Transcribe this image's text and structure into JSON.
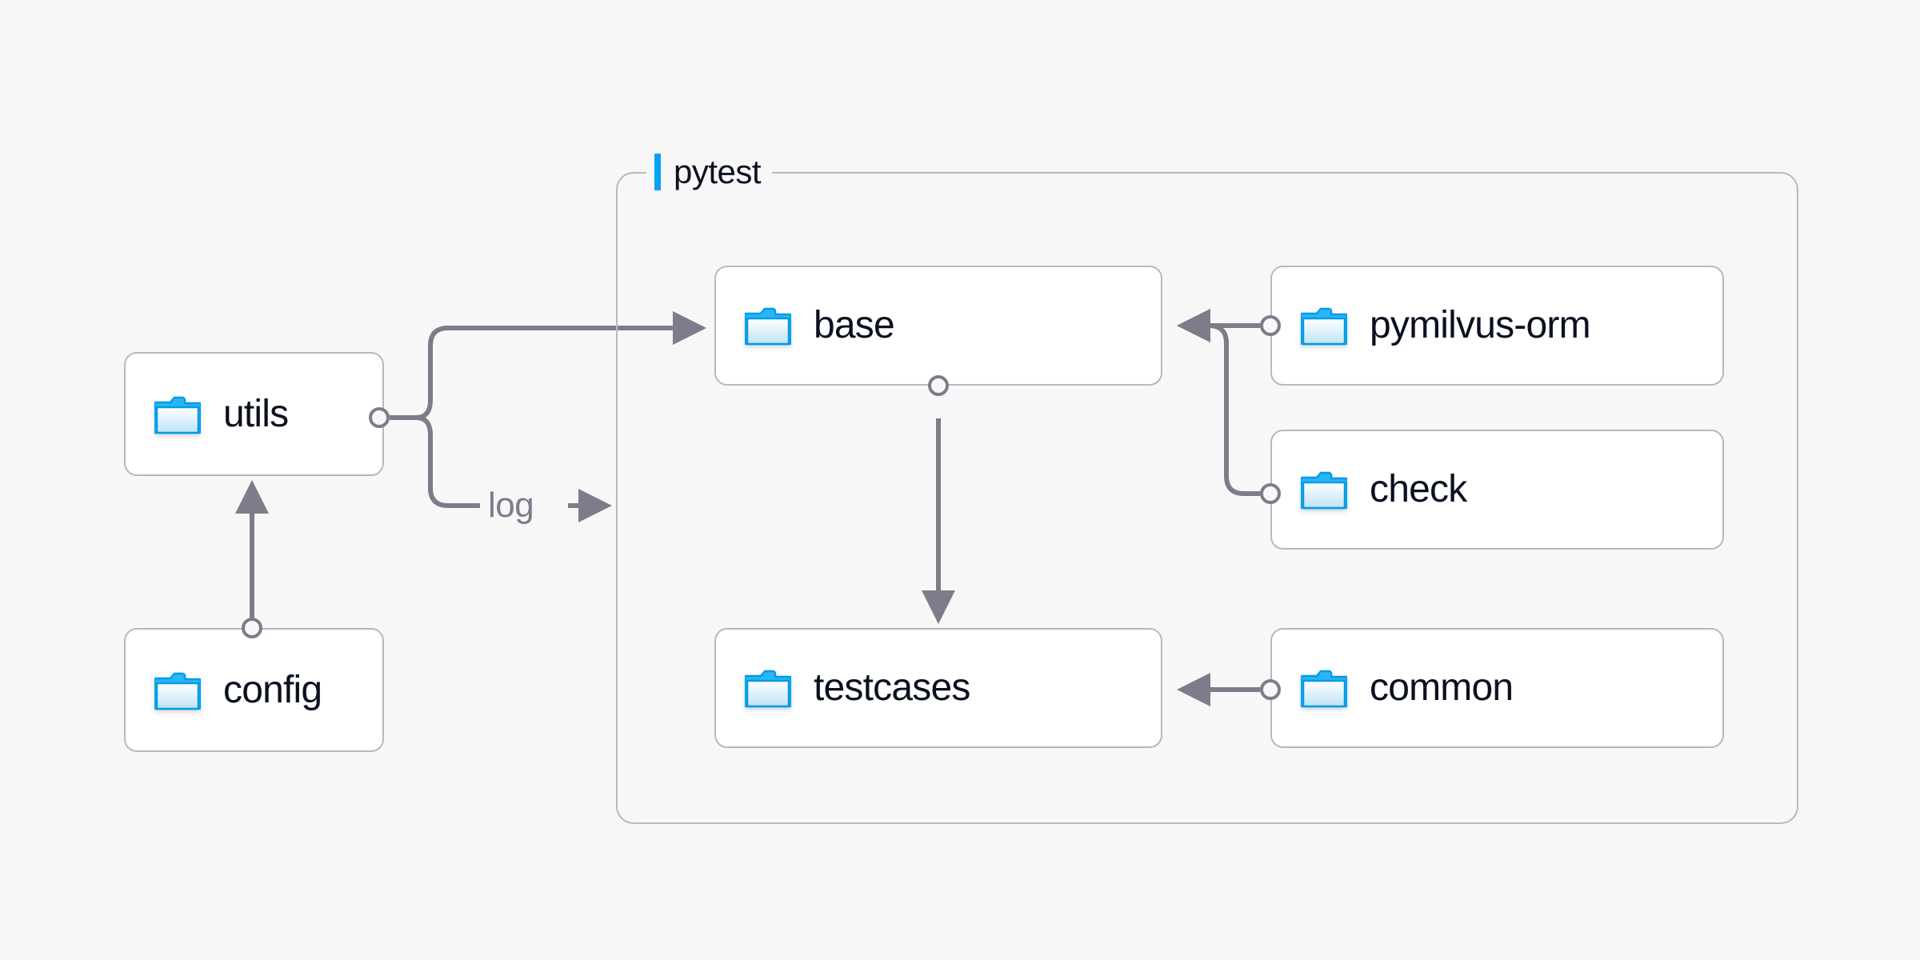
{
  "canvas": {
    "background": "#f7f7f8",
    "wire_color": "#7c7c8a",
    "border_color": "#b9b7c4",
    "accent_color": "#00a3f5",
    "text_color": "#0b1020"
  },
  "group": {
    "label": "pytest",
    "accent_color": "#00a3f5"
  },
  "nodes": [
    {
      "id": "utils",
      "label": "utils",
      "icon": "folder-icon"
    },
    {
      "id": "config",
      "label": "config",
      "icon": "folder-icon"
    },
    {
      "id": "base",
      "label": "base",
      "icon": "folder-icon"
    },
    {
      "id": "testcases",
      "label": "testcases",
      "icon": "folder-icon"
    },
    {
      "id": "pymilvus-orm",
      "label": "pymilvus-orm",
      "icon": "folder-icon"
    },
    {
      "id": "check",
      "label": "check",
      "icon": "folder-icon"
    },
    {
      "id": "common",
      "label": "common",
      "icon": "folder-icon"
    }
  ],
  "edges": [
    {
      "id": "utils-to-base",
      "from": "utils",
      "to": "base",
      "label": ""
    },
    {
      "id": "utils-to-log",
      "from": "utils",
      "to": "pytest",
      "label": "log"
    },
    {
      "id": "config-to-utils",
      "from": "config",
      "to": "utils",
      "label": ""
    },
    {
      "id": "base-to-testcases",
      "from": "base",
      "to": "testcases",
      "label": ""
    },
    {
      "id": "pymilvus-orm-to-base",
      "from": "pymilvus-orm",
      "to": "base",
      "label": ""
    },
    {
      "id": "check-to-base",
      "from": "check",
      "to": "base",
      "label": ""
    },
    {
      "id": "common-to-testcases",
      "from": "common",
      "to": "testcases",
      "label": ""
    }
  ]
}
